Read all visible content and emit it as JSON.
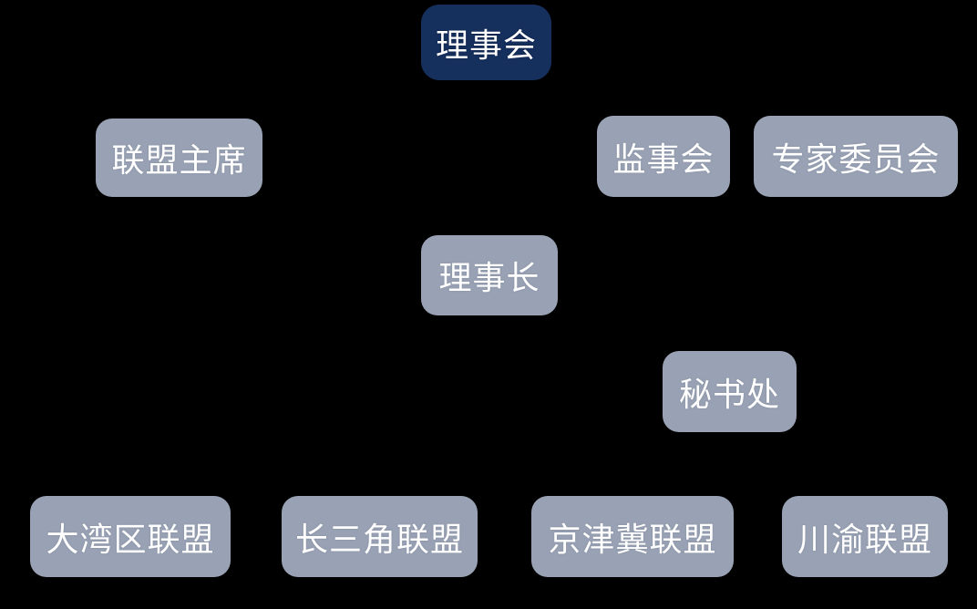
{
  "diagram": {
    "type": "org-chart",
    "background_color": "#000000",
    "colors": {
      "primary_node": "#16305e",
      "secondary_node": "#99a2b4",
      "text": "#ffffff"
    },
    "nodes": [
      {
        "id": "council",
        "label": "理事会",
        "level": 1,
        "style": "primary"
      },
      {
        "id": "union-chairman",
        "label": "联盟主席",
        "level": 2,
        "style": "secondary"
      },
      {
        "id": "supervisory",
        "label": "监事会",
        "level": 2,
        "style": "secondary"
      },
      {
        "id": "expert-committee",
        "label": "专家委员会",
        "level": 2,
        "style": "secondary"
      },
      {
        "id": "president",
        "label": "理事长",
        "level": 3,
        "style": "secondary"
      },
      {
        "id": "secretariat",
        "label": "秘书处",
        "level": 4,
        "style": "secondary"
      },
      {
        "id": "gba-alliance",
        "label": "大湾区联盟",
        "level": 5,
        "style": "secondary"
      },
      {
        "id": "yrd-alliance",
        "label": "长三角联盟",
        "level": 5,
        "style": "secondary"
      },
      {
        "id": "jjj-alliance",
        "label": "京津冀联盟",
        "level": 5,
        "style": "secondary"
      },
      {
        "id": "chuanyu-alliance",
        "label": "川渝联盟",
        "level": 5,
        "style": "secondary"
      }
    ]
  }
}
